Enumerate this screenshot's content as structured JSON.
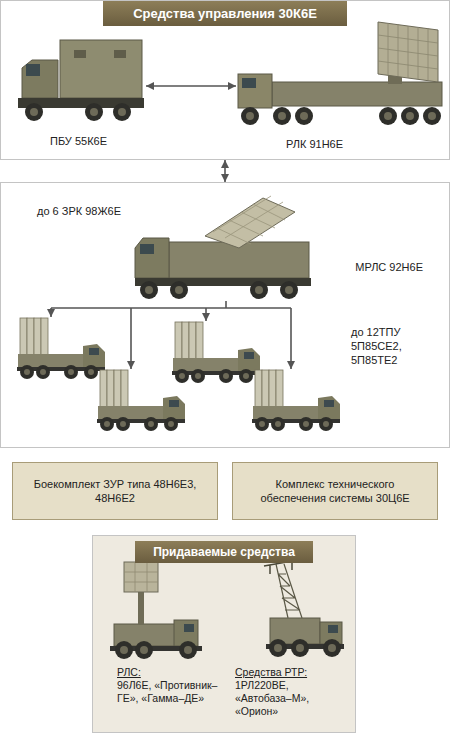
{
  "diagram": {
    "nodes": [
      {
        "text": [
          "Средства управления 30К6Е"
        ]
      },
      {
        "text": [
          "ПБУ 55К6Е"
        ],
        "in": 0
      },
      {
        "text": [
          "РЛК 91Н6Е"
        ],
        "in": 0
      },
      {
        "text": [
          "до 6 ЗРК 98Ж6Е"
        ]
      },
      {
        "text": [
          "МРЛС 92Н6Е"
        ],
        "in": 3
      },
      {
        "text": [
          "до 12ТПУ 5П85СЕ2, 5П85ТЕ2"
        ],
        "in": 3
      },
      {
        "text": [
          "Боекомплект ЗУР типа 48Н6Е3, 48Н6Е2"
        ]
      },
      {
        "text": [
          "Комплекс технического обеспечения системы 30Ц6Е"
        ]
      },
      {
        "text": [
          "Придаваемые средства"
        ]
      },
      {
        "text": [
          "РЛС:",
          "96Л6Е, «Противник–ГЕ», «Гамма–ДЕ»"
        ],
        "in": 8
      },
      {
        "text": [
          "Средства РТР:",
          "1РЛ220ВЕ, «Автобаза–М», «Орион»"
        ],
        "in": 8
      }
    ],
    "edges": [
      {
        "from": 1,
        "to": 2,
        "arrow": "both"
      },
      {
        "from": 0,
        "to": 3,
        "arrow": "both"
      },
      {
        "from": 4,
        "to": 5,
        "arrow": "to"
      }
    ]
  }
}
